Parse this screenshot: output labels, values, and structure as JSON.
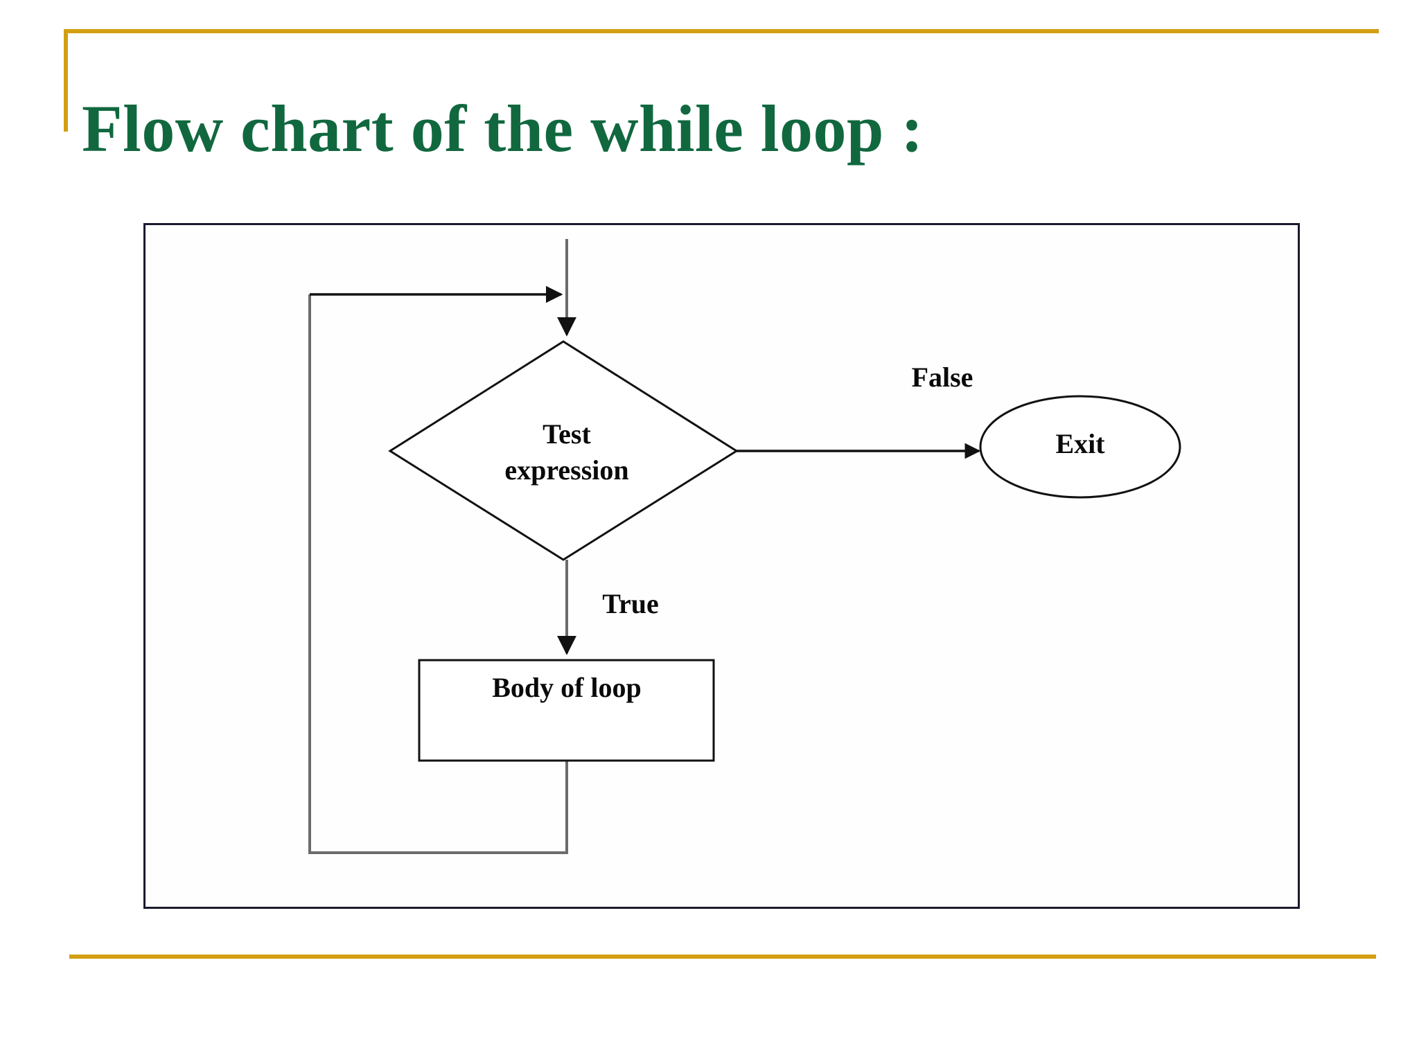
{
  "slide": {
    "title_prefix": "Flow chart of the ",
    "title_keyword": "while",
    "title_suffix": " loop :",
    "accent_color": "#d39f12",
    "title_color": "#11683f",
    "background_color": "#ffffff"
  },
  "figure": {
    "border_color": "#1a1a2e",
    "background_color": "#fefefe"
  },
  "chart_data": {
    "type": "diagram",
    "diagram_kind": "flowchart",
    "title": "Flow chart of the while loop",
    "nodes": [
      {
        "id": "test",
        "shape": "diamond",
        "label_line1": "Test",
        "label_line2": "expression"
      },
      {
        "id": "body",
        "shape": "rectangle",
        "label": "Body of loop"
      },
      {
        "id": "exit",
        "shape": "ellipse",
        "label": "Exit"
      }
    ],
    "edges": [
      {
        "id": "entry",
        "from": "start",
        "to": "test",
        "label": "",
        "direction": "down"
      },
      {
        "id": "false-branch",
        "from": "test",
        "to": "exit",
        "label": "False",
        "direction": "right"
      },
      {
        "id": "true-branch",
        "from": "test",
        "to": "body",
        "label": "True",
        "direction": "down"
      },
      {
        "id": "loop-back",
        "from": "body",
        "to": "test",
        "label": "",
        "direction": "left-up-right"
      }
    ],
    "labels": {
      "test_line1": "Test",
      "test_line2": "expression",
      "body": "Body of loop",
      "exit": "Exit",
      "false": "False",
      "true": "True"
    },
    "line_color": "#111111",
    "shape_fill": "#ffffff"
  }
}
